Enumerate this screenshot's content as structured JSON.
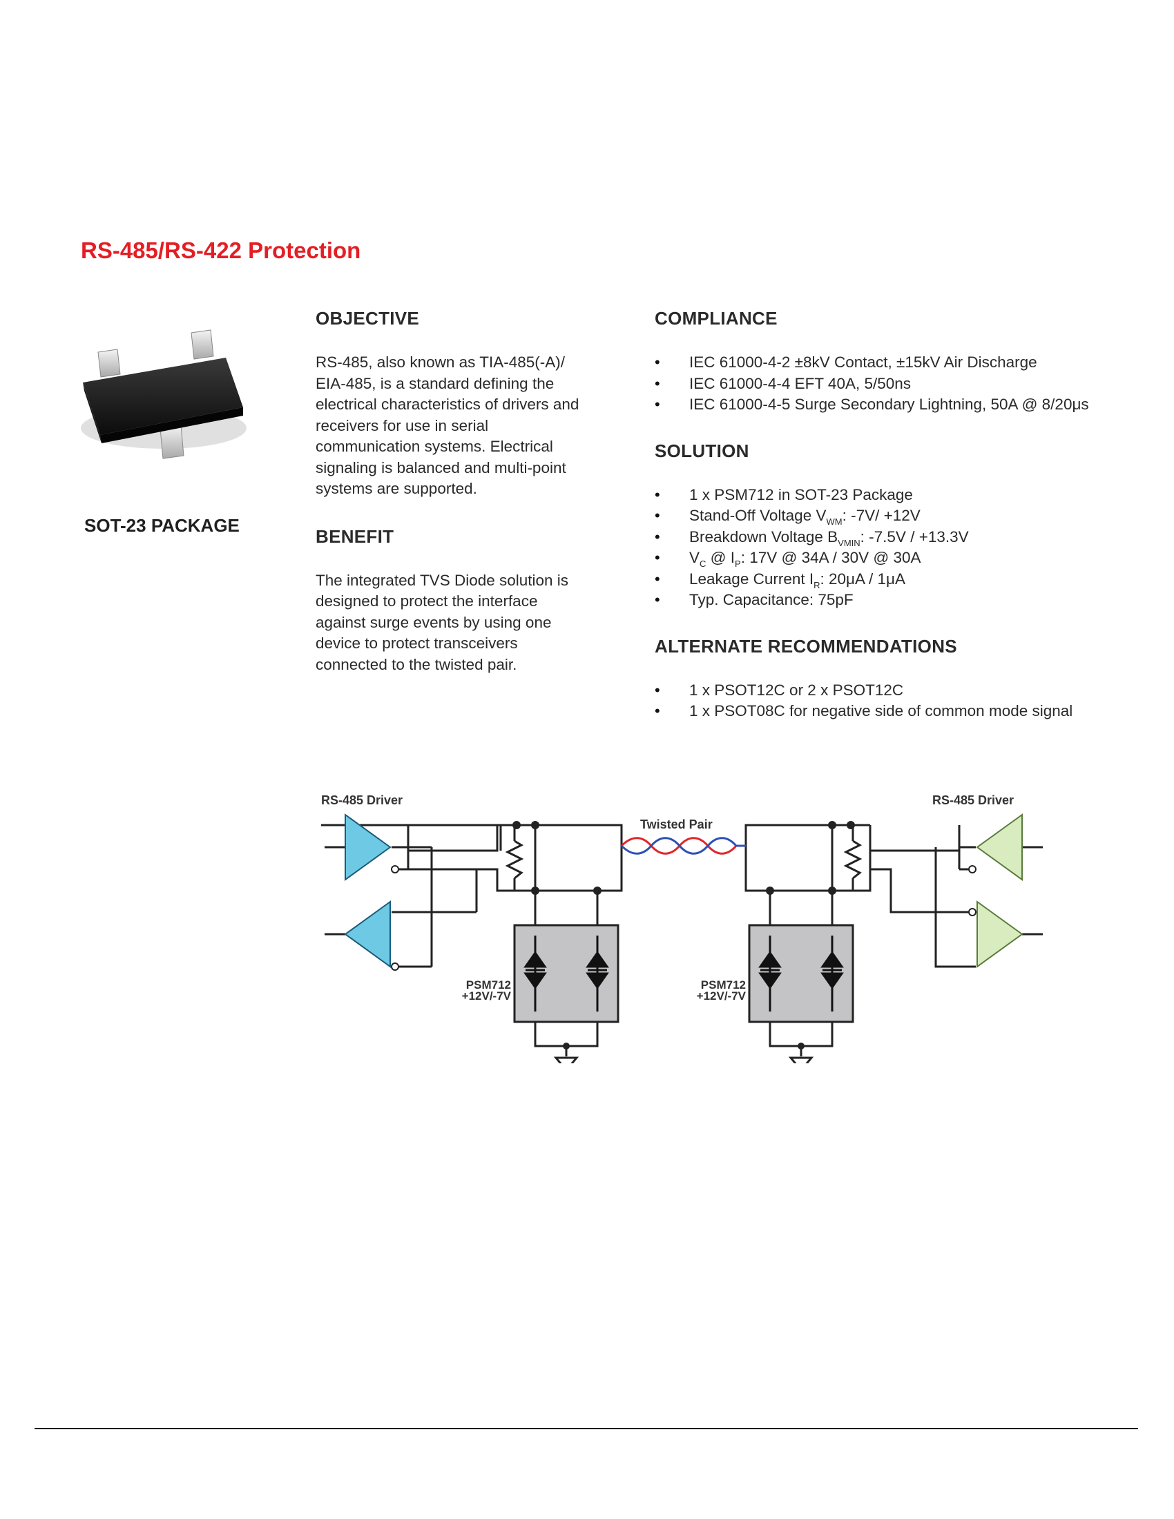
{
  "title": "RS-485/RS-422 Protection",
  "package_label": "SOT-23 PACKAGE",
  "objective": {
    "heading": "OBJECTIVE",
    "text": "RS-485, also known as TIA-485(-A)/ EIA-485, is a standard defining the electrical characteristics of drivers and receivers for use in serial communication systems.  Electrical signaling is balanced and multi-point systems are supported."
  },
  "benefit": {
    "heading": "BENEFIT",
    "text": "The integrated TVS Diode solution is designed to protect the interface against surge events by using one device to protect transceivers connected to the twisted pair."
  },
  "compliance": {
    "heading": "COMPLIANCE",
    "items": [
      "IEC 61000-4-2 ±8kV Contact, ±15kV Air Discharge",
      "IEC 61000-4-4 EFT 40A, 5/50ns",
      "IEC 61000-4-5 Surge Secondary Lightning, 50A @ 8/20μs"
    ]
  },
  "solution": {
    "heading": "SOLUTION",
    "items": [
      {
        "pre": "1 x PSM712 in SOT-23 Package",
        "sub": "",
        "post": ""
      },
      {
        "pre": "Stand-Off Voltage V",
        "sub": "WM",
        "post": ": -7V/ +12V"
      },
      {
        "pre": "Breakdown Voltage B",
        "sub": "VMIN",
        "post": ": -7.5V / +13.3V"
      },
      {
        "pre": "V",
        "sub": "C",
        "mid": " @ I",
        "sub2": "P",
        "post": ": 17V @ 34A / 30V @ 30A"
      },
      {
        "pre": "Leakage Current I",
        "sub": "R",
        "post": ": 20μA / 1μA"
      },
      {
        "pre": "Typ. Capacitance: 75pF",
        "sub": "",
        "post": ""
      }
    ]
  },
  "alternate": {
    "heading": "ALTERNATE RECOMMENDATIONS",
    "items": [
      "1 x PSOT12C or 2 x PSOT12C",
      "1 x PSOT08C for negative side of common mode signal"
    ]
  },
  "diagram": {
    "left_driver_label": "RS-485 Driver",
    "right_driver_label": "RS-485 Driver",
    "twisted_pair_label": "Twisted Pair",
    "tvs_left": {
      "part": "PSM712",
      "rating": "+12V/-7V"
    },
    "tvs_right": {
      "part": "PSM712",
      "rating": "+12V/-7V"
    },
    "colors": {
      "left_amp": "#6ecae4",
      "right_amp": "#d8ecc0",
      "tvs_box": "#c4c4c6",
      "pair_red": "#e0262b",
      "pair_blue": "#2d4fb5"
    }
  }
}
